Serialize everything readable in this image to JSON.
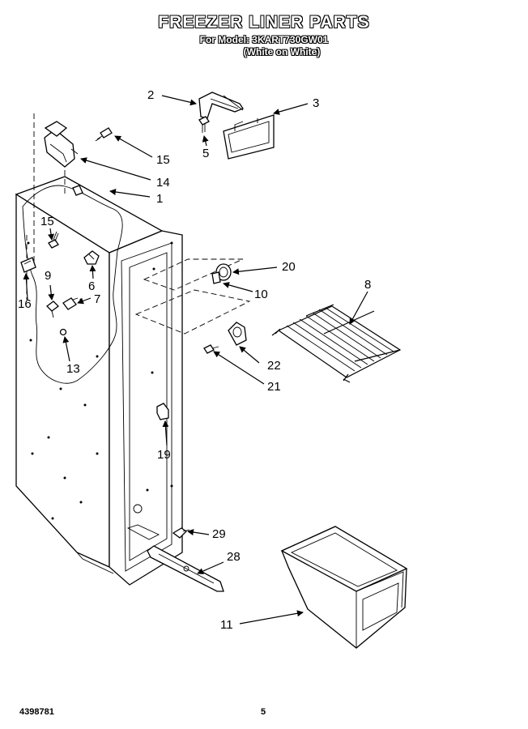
{
  "title": "FREEZER LINER PARTS",
  "subtitle_model": "For Model: 3KART730GW01",
  "subtitle_color": "(White on White)",
  "footer": {
    "doc_number": "4398781",
    "page_number": "5"
  },
  "callouts": {
    "c1": "1",
    "c2": "2",
    "c3": "3",
    "c5": "5",
    "c6": "6",
    "c7": "7",
    "c8": "8",
    "c9": "9",
    "c10": "10",
    "c11": "11",
    "c13": "13",
    "c14": "14",
    "c15a": "15",
    "c15b": "15",
    "c16": "16",
    "c19": "19",
    "c20": "20",
    "c21": "21",
    "c22": "22",
    "c28": "28",
    "c29": "29"
  },
  "colors": {
    "line": "#000000",
    "background": "#ffffff"
  }
}
